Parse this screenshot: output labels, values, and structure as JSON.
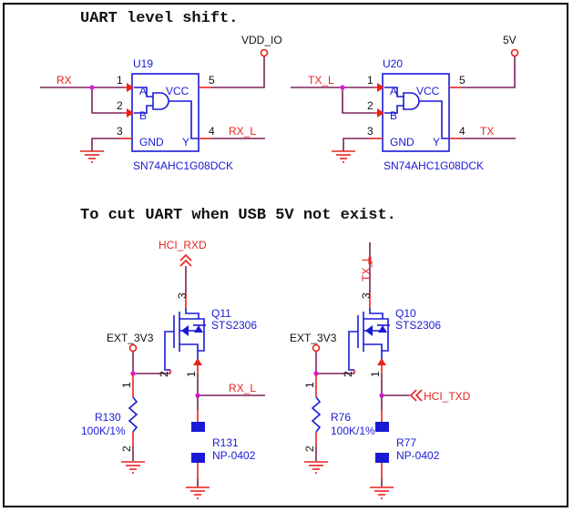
{
  "titles": {
    "level_shift": "UART level shift.",
    "cut_uart": "To cut UART when USB 5V not exist."
  },
  "u19": {
    "ref": "U19",
    "part": "SN74AHC1G08DCK",
    "input_net": "RX",
    "output_net": "RX_L",
    "power_net": "VDD_IO",
    "pins": {
      "a": "1",
      "b": "2",
      "gnd": "3",
      "y": "4",
      "vcc": "5"
    },
    "pin_labels": {
      "a": "A",
      "b": "B",
      "gnd": "GND",
      "y": "Y",
      "vcc": "VCC"
    }
  },
  "u20": {
    "ref": "U20",
    "part": "SN74AHC1G08DCK",
    "input_net": "TX_L",
    "output_net": "TX",
    "power_net": "5V",
    "pins": {
      "a": "1",
      "b": "2",
      "gnd": "3",
      "y": "4",
      "vcc": "5"
    },
    "pin_labels": {
      "a": "A",
      "b": "B",
      "gnd": "GND",
      "y": "Y",
      "vcc": "VCC"
    }
  },
  "q11": {
    "ref": "Q11",
    "part": "STS2306",
    "drain_net": "HCI_RXD",
    "gate_net": "EXT_3V3",
    "source_net": "RX_L",
    "pins": {
      "drain": "3",
      "gate": "2",
      "source": "1"
    }
  },
  "q10": {
    "ref": "Q10",
    "part": "STS2306",
    "drain_net": "TX_L",
    "gate_net": "EXT_3V3",
    "source_net": "HCI_TXD",
    "pins": {
      "drain": "3",
      "gate": "2",
      "source": "1"
    }
  },
  "r130": {
    "ref": "R130",
    "value": "100K/1%",
    "pins": {
      "p1": "1",
      "p2": "2"
    }
  },
  "r131": {
    "ref": "R131",
    "value": "NP-0402"
  },
  "r76": {
    "ref": "R76",
    "value": "100K/1%",
    "pins": {
      "p1": "1",
      "p2": "2"
    }
  },
  "r77": {
    "ref": "R77",
    "value": "NP-0402"
  },
  "colors": {
    "net_label": "#e8231f",
    "component": "#1a1ad6",
    "wire": "#7a2358",
    "junction": "#e415e4"
  }
}
